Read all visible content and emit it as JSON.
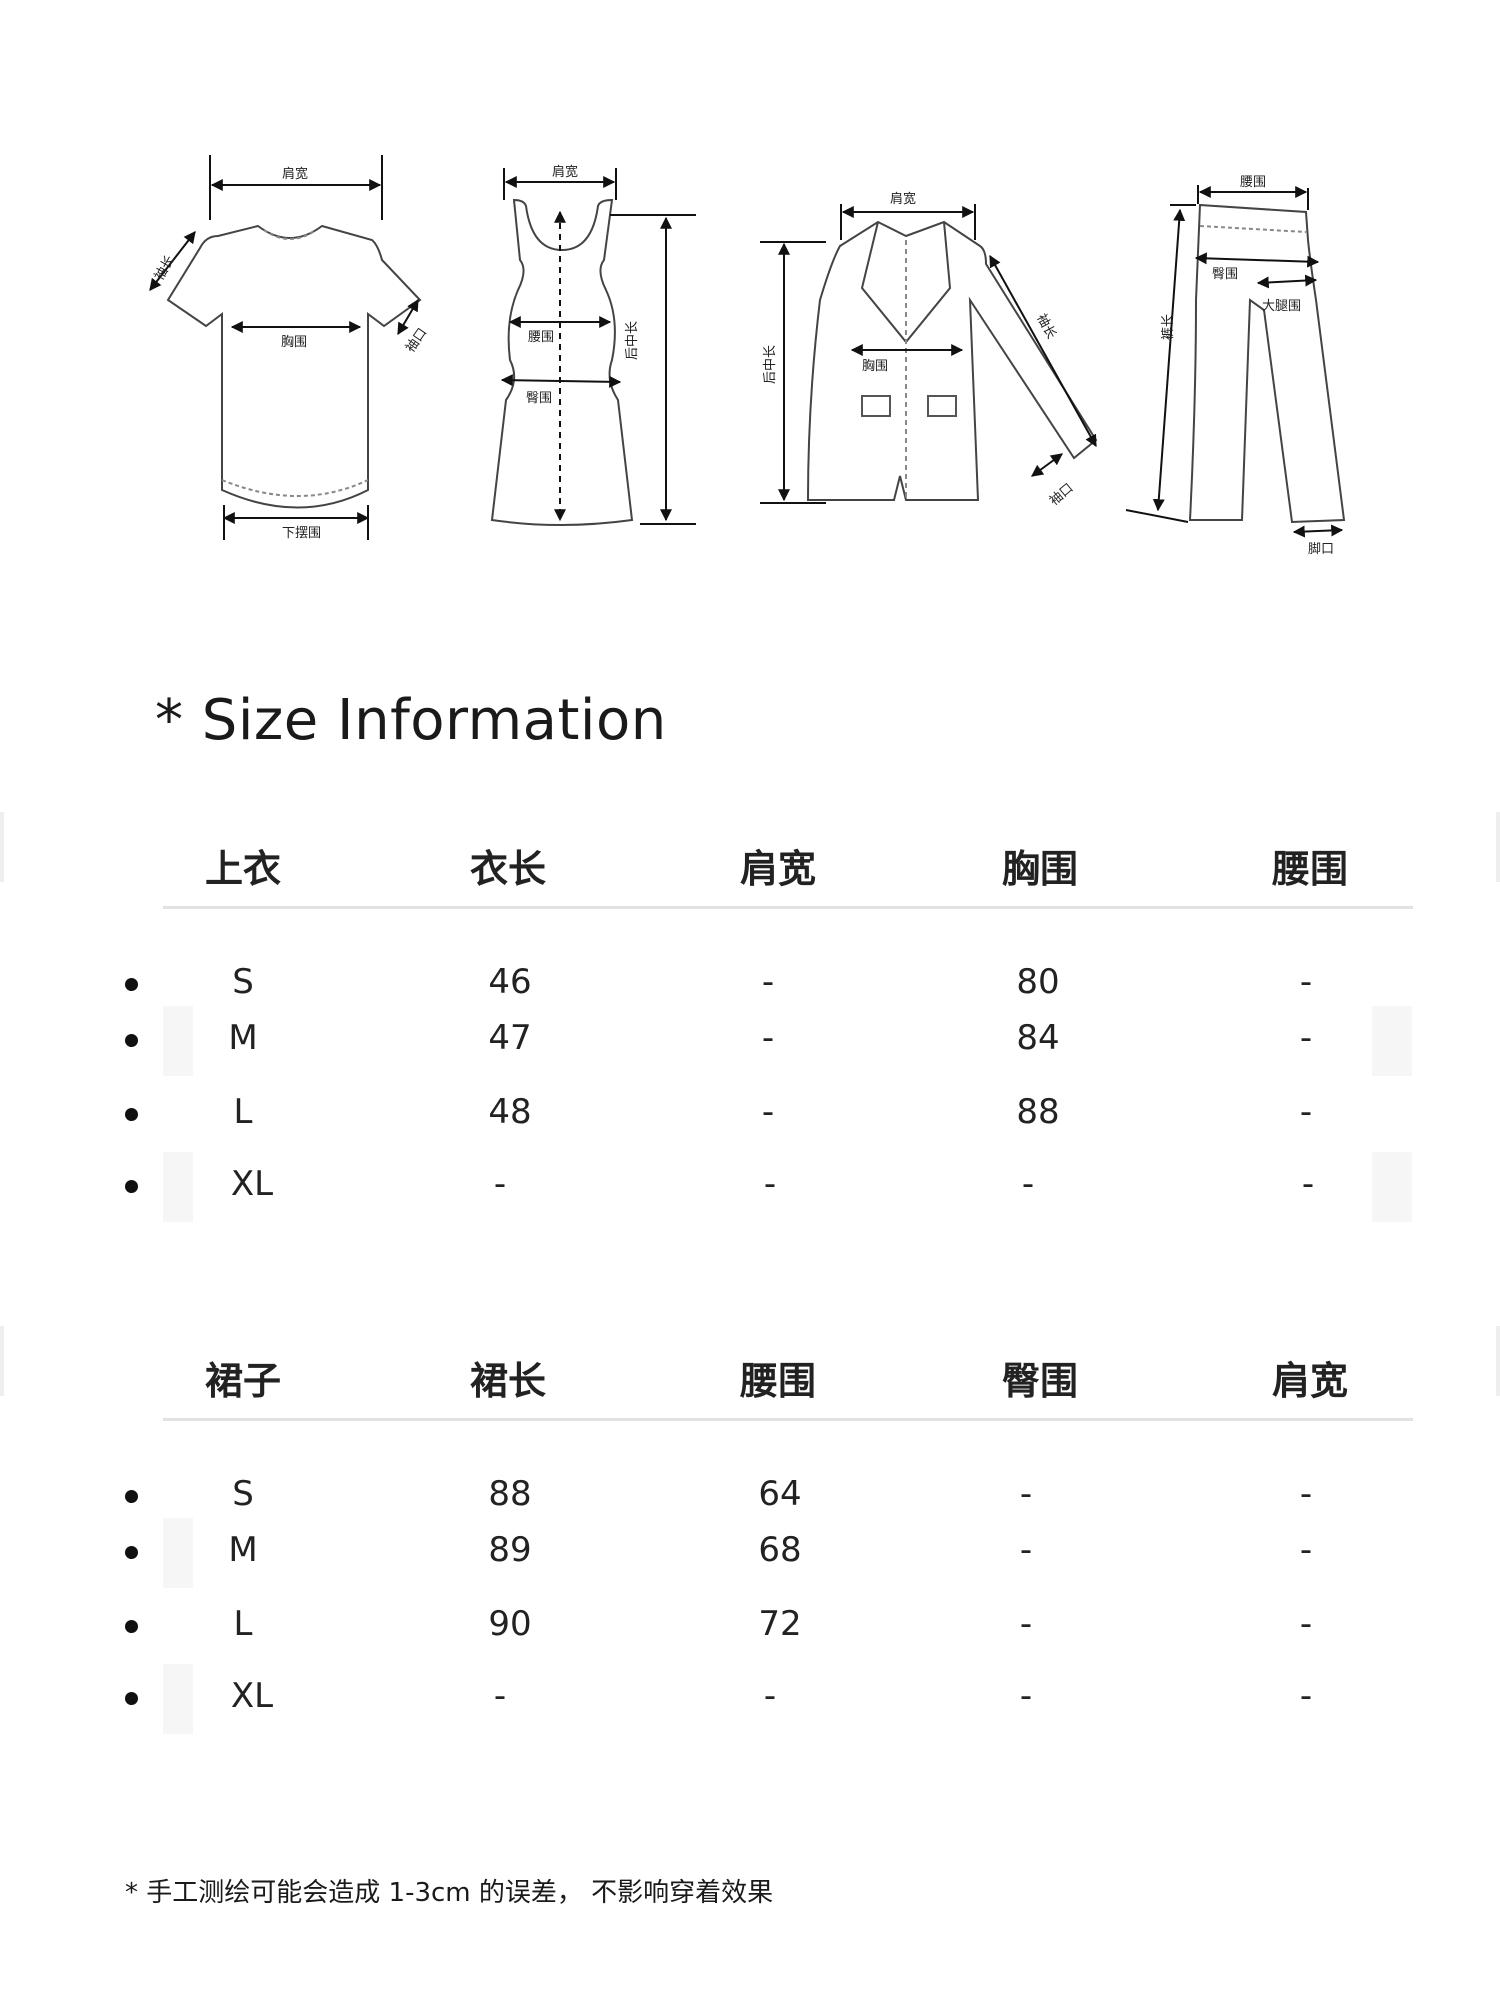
{
  "diagram_labels": {
    "tshirt": {
      "shoulder": "肩宽",
      "sleeve_length": "袖长",
      "chest": "胸围",
      "cuff": "袖口",
      "hem": "下摆围"
    },
    "dress": {
      "shoulder": "肩宽",
      "waist": "腰围",
      "hip": "臀围",
      "back_length": "后中长"
    },
    "blazer": {
      "shoulder": "肩宽",
      "back_length": "后中长",
      "chest": "胸围",
      "sleeve_length": "袖长",
      "cuff": "袖口"
    },
    "pants": {
      "waist": "腰围",
      "hip": "臀围",
      "thigh": "大腿围",
      "pants_length": "裤长",
      "leg_opening": "脚口"
    }
  },
  "title": "* Size Information",
  "tables": [
    {
      "headers": [
        "上衣",
        "衣长",
        "肩宽",
        "胸围",
        "腰围"
      ],
      "rows": [
        [
          "S",
          "46",
          "-",
          "80",
          "-"
        ],
        [
          "M",
          "47",
          "-",
          "84",
          "-"
        ],
        [
          "L",
          "48",
          "-",
          "88",
          "-"
        ],
        [
          "XL",
          "-",
          "-",
          "-",
          "-"
        ]
      ]
    },
    {
      "headers": [
        "裙子",
        "裙长",
        "腰围",
        "臀围",
        "肩宽"
      ],
      "rows": [
        [
          "S",
          "88",
          "64",
          "-",
          "-"
        ],
        [
          "M",
          "89",
          "68",
          "-",
          "-"
        ],
        [
          "L",
          "90",
          "72",
          "-",
          "-"
        ],
        [
          "XL",
          "-",
          "-",
          "-",
          "-"
        ]
      ]
    }
  ],
  "footnote": "* 手工测绘可能会造成 1-3cm 的误差，  不影响穿着效果"
}
